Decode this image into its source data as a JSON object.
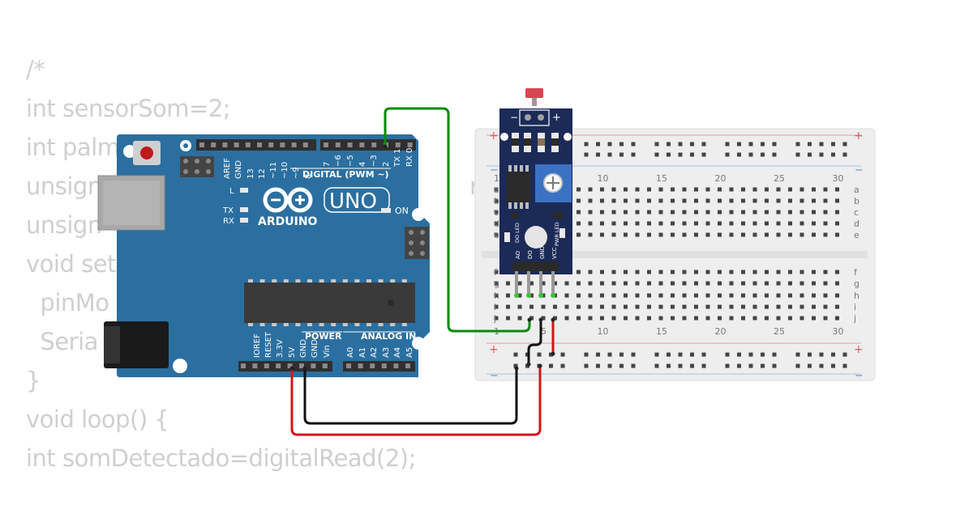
{
  "code_lines": [
    "/*",
    "int sensorSom=2;",
    "int palm",
    "unsign                                                    na=0;",
    "unsign",
    "void set",
    "  pinMo",
    "  Seria",
    "}",
    "void loop() {",
    "int somDetectado=digitalRead(2);"
  ],
  "arduino": {
    "brand": "ARDUINO",
    "model": "UNO",
    "digital_header": "DIGITAL (PWM ~)",
    "power_header": "POWER",
    "analog_header": "ANALOG IN",
    "on_label": "ON",
    "l_label": "L",
    "tx_label": "TX",
    "rx_label": "RX",
    "digital_pins": [
      "AREF",
      "GND",
      "13",
      "12",
      "~11",
      "~10",
      "~9",
      "8",
      "7",
      "~6",
      "~5",
      "4",
      "~3",
      "2",
      "TX 1",
      "RX 0"
    ],
    "power_pins": [
      "IOREF",
      "RESET",
      "3.3V",
      "5V",
      "GND",
      "GND",
      "Vin"
    ],
    "analog_pins": [
      "A0",
      "A1",
      "A2",
      "A3",
      "A4",
      "A5"
    ]
  },
  "breadboard": {
    "column_numbers": [
      "1",
      "5",
      "10",
      "15",
      "20",
      "25",
      "30"
    ],
    "row_letters_top": [
      "a",
      "b",
      "c",
      "d",
      "e"
    ],
    "row_letters_bottom": [
      "f",
      "g",
      "h",
      "i",
      "j"
    ],
    "plus": "+",
    "minus": "−"
  },
  "sensor": {
    "pins": [
      "AO",
      "DO",
      "GND",
      "VCC"
    ],
    "led_labels": [
      "DO LED",
      "PWR LED"
    ],
    "minus": "−",
    "plus": "+"
  },
  "wires": {
    "signal_color": "#0a8a0a",
    "ground_color": "#111111",
    "power_color": "#d0161b"
  },
  "colors": {
    "board_blue": "#2b6fa0",
    "sensor_navy": "#1c2a58",
    "breadboard": "#eeeeee"
  }
}
